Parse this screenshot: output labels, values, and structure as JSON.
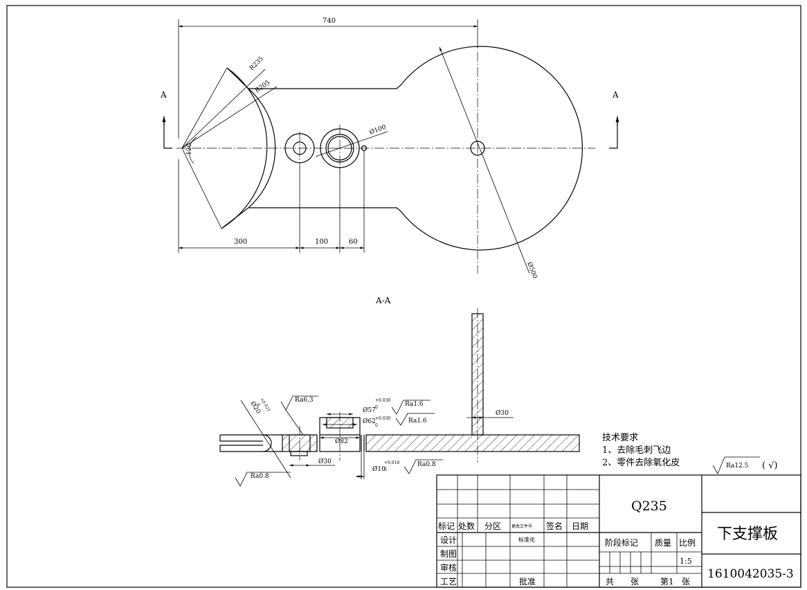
{
  "top_view": {
    "section_mark_left": "A",
    "section_mark_right": "A",
    "dims": {
      "overall_length": "740",
      "r_outer": "R235",
      "r_inner": "R205",
      "angle": "120",
      "hole_dia": "Ø100",
      "disc_dia": "Ø500",
      "d1": "300",
      "d2": "100",
      "d3": "60"
    }
  },
  "section_view": {
    "title": "A-A",
    "dims": {
      "bore20": "Ø20",
      "bore20_tol_top": "+0.021",
      "bore20_tol_bot": "0",
      "ra_63": "Ra6.3",
      "ra_08_left": "Ra0.8",
      "d57": "Ø57",
      "d57_tol_top": "+0.030",
      "d57_tol_bot": "0",
      "ra_16_a": "Ra1.6",
      "d62": "Ø62",
      "d62_tol_top": "+0.030",
      "d62_tol_bot": "0",
      "ra_16_b": "Ra1.6",
      "d82": "Ø82",
      "d30_bottom": "Ø30",
      "d10": "Ø10",
      "d10_tol_top": "+0.018",
      "d10_tol_bot": "0",
      "ra_08_right": "Ra0.8",
      "d30_rib": "Ø30"
    }
  },
  "tech_requirements": {
    "title": "技术要求",
    "item1": "1、去除毛刺飞边",
    "item2": "2、零件去除氧化皮"
  },
  "surface_default": {
    "ra": "Ra12.5",
    "suffix": "( √)"
  },
  "title_block": {
    "material": "Q235",
    "part_name": "下支撑板",
    "drawing_no": "1610042035-3",
    "scale": "1:5",
    "headers": {
      "mark": "标记",
      "count": "处数",
      "zone": "分区",
      "change_doc": "更改文件号",
      "sign": "签名",
      "date": "日期"
    },
    "roles": {
      "design": "设计",
      "standardize": "标准化",
      "draw": "制图",
      "review": "审核",
      "process": "工艺",
      "approve": "批准"
    },
    "stage_mark": "阶段标记",
    "mass": "质量",
    "scale_label": "比例",
    "sheets": {
      "total": "共",
      "total_unit": "张",
      "current": "第1",
      "current_unit": "张"
    }
  }
}
